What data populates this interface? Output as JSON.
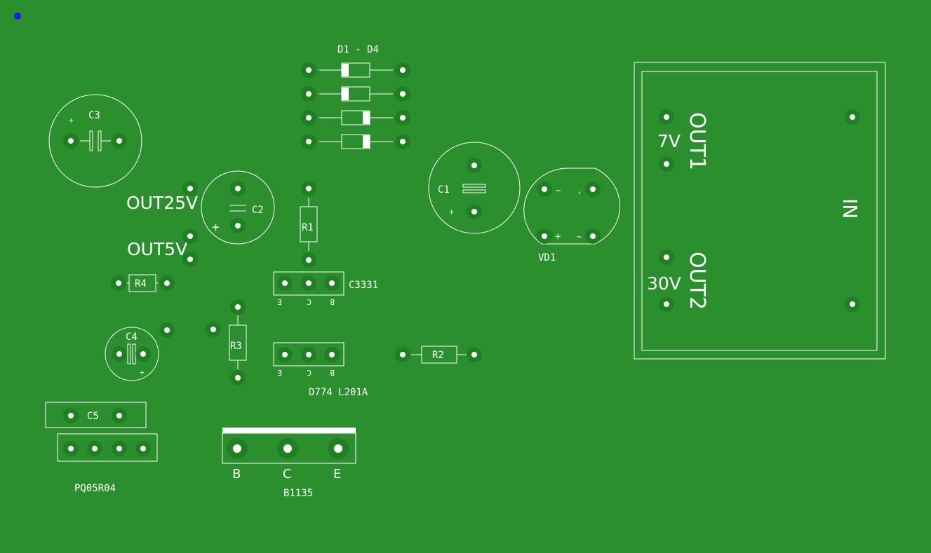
{
  "colors": {
    "board": "#2b8f2e",
    "trace": "#1f7f22",
    "silkscreen": "#ffffff",
    "origin_marker": "#1a1aff"
  },
  "labels": {
    "diodes": "D1 - D4",
    "c3": "C3",
    "c2": "C2",
    "c1": "C1",
    "c4": "C4",
    "c5": "C5",
    "r1": "R1",
    "r2": "R2",
    "r3": "R3",
    "r4": "R4",
    "out25v": "OUT25V",
    "out5v": "OUT5V",
    "c3331": "C3331",
    "d774": "D774 L201A",
    "ecb_e": "E",
    "ecb_c": "C",
    "ecb_b": "B",
    "pq05r04": "PQ05R04",
    "b1135": "B1135",
    "b1135_b": "B",
    "b1135_c": "C",
    "b1135_e": "E",
    "vd1": "VD1",
    "out1": "OUT1",
    "v7": "7V",
    "out2": "OUT2",
    "v30": "30V",
    "in": "IN",
    "plus": "+",
    "minus": "-",
    "tilde": "~"
  }
}
